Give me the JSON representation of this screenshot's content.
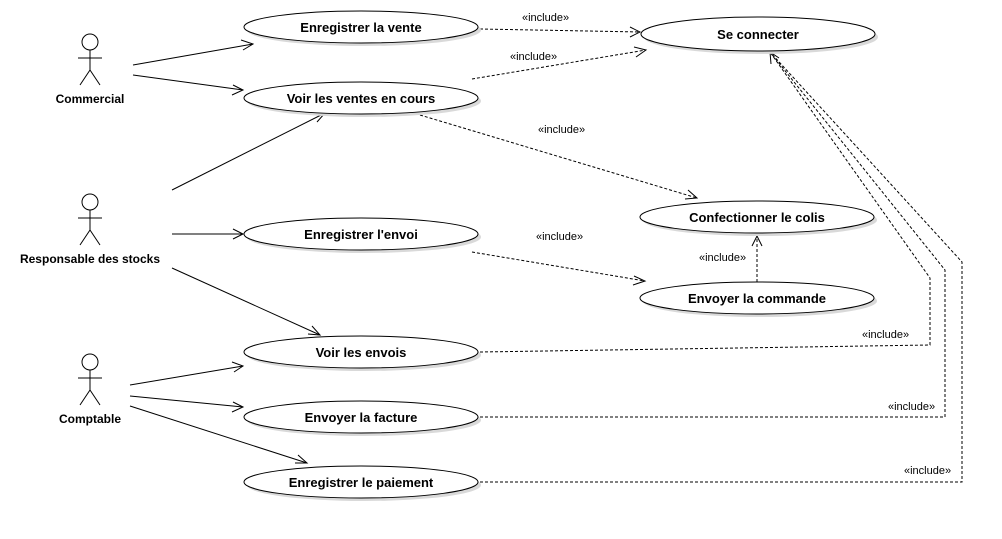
{
  "actors": {
    "commercial": "Commercial",
    "stocks": "Responsable des stocks",
    "comptable": "Comptable"
  },
  "usecases": {
    "enregistrer_vente": "Enregistrer la vente",
    "se_connecter": "Se connecter",
    "voir_ventes": "Voir les ventes en cours",
    "confectionner": "Confectionner le colis",
    "enregistrer_envoi": "Enregistrer l'envoi",
    "envoyer_commande": "Envoyer la commande",
    "voir_envois": "Voir les envois",
    "envoyer_facture": "Envoyer la facture",
    "enregistrer_paiement": "Enregistrer le paiement"
  },
  "include_label": "«include»"
}
